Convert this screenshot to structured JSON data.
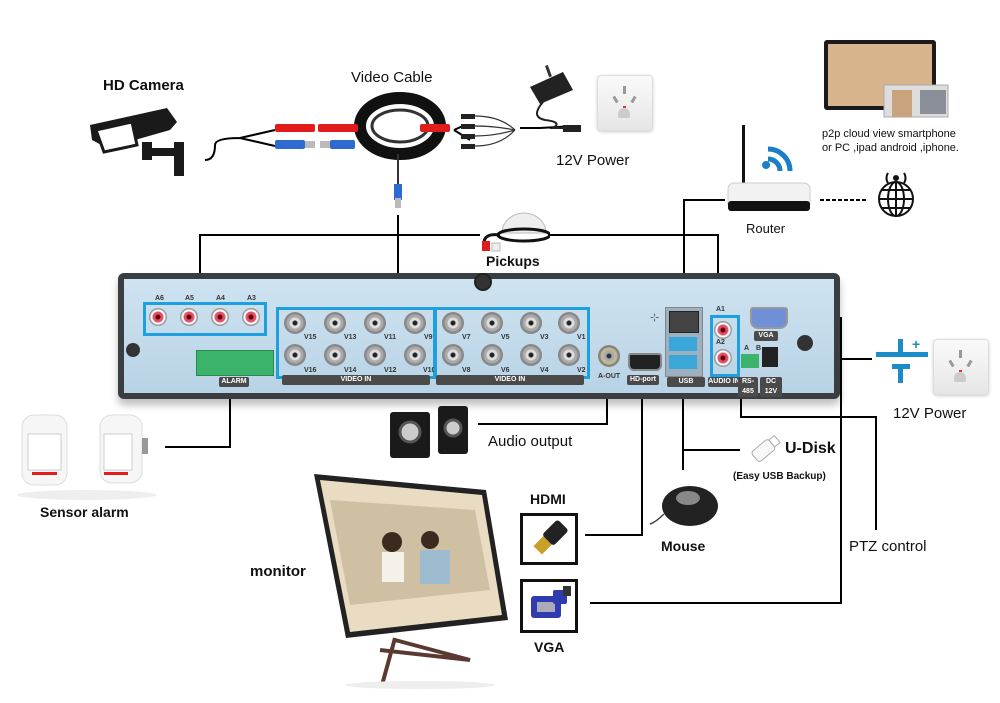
{
  "title": "DVR connection diagram",
  "devices": {
    "hd_camera": {
      "label": "HD Camera",
      "icon": "cctv-camera-icon"
    },
    "video_cable": {
      "label": "Video Cable",
      "icon": "coaxial-cable-icon"
    },
    "power_top": {
      "label": "12V Power",
      "icon": "power-adapter-icon"
    },
    "router": {
      "label": "Router",
      "icon": "wifi-router-icon"
    },
    "cloud": {
      "label_line1": "p2p cloud view smartphone",
      "label_line2": "or PC ,ipad android ,iphone.",
      "icon": "globe-network-icon"
    },
    "pickups": {
      "label": "Pickups",
      "icon": "microphone-pickup-icon"
    },
    "sensor_alarm": {
      "label": "Sensor alarm",
      "icon": "pir-sensor-icon"
    },
    "audio_output": {
      "label": "Audio output",
      "icon": "speakers-icon"
    },
    "u_disk": {
      "label": "U-Disk",
      "sublabel": "(Easy USB Backup)",
      "icon": "usb-drive-icon"
    },
    "power_right": {
      "label": "12V Power",
      "icon": "dc-power-icon"
    },
    "hdmi": {
      "label": "HDMI",
      "icon": "hdmi-plug-icon"
    },
    "mouse": {
      "label": "Mouse",
      "icon": "mouse-icon"
    },
    "ptz": {
      "label": "PTZ control"
    },
    "monitor": {
      "label": "monitor",
      "icon": "monitor-icon"
    },
    "vga": {
      "label": "VGA",
      "icon": "vga-plug-icon"
    }
  },
  "dvr": {
    "audio_in_labels": [
      "A6",
      "A5",
      "A4",
      "A3"
    ],
    "video_in_left_top": [
      "V15",
      "V13",
      "V11",
      "V9"
    ],
    "video_in_left_bottom": [
      "V16",
      "V14",
      "V12",
      "V10"
    ],
    "video_in_right_top": [
      "V7",
      "V5",
      "V3",
      "V1"
    ],
    "video_in_right_bottom": [
      "V8",
      "V6",
      "V4",
      "V2"
    ],
    "video_in_label": "VIDEO IN",
    "alarm_label": "ALARM",
    "a_out_label": "A-OUT",
    "hdmi_port_label": "HD-port",
    "usb_label": "USB",
    "audio_in_right_labels": [
      "A1",
      "A2"
    ],
    "audio_in_label": "AUDIO IN",
    "vga_label": "VGA",
    "rs485_label": "RS-485",
    "rs485_pins": [
      "A",
      "B"
    ],
    "dc_label": "DC 12V"
  },
  "colors": {
    "accent_blue": "#1ea0e0",
    "wire": "#000000",
    "dvr_body": "#c4dbeb",
    "dvr_frame": "#3a3d42",
    "rca_red": "#e0506a",
    "terminal_green": "#3bb36a"
  }
}
